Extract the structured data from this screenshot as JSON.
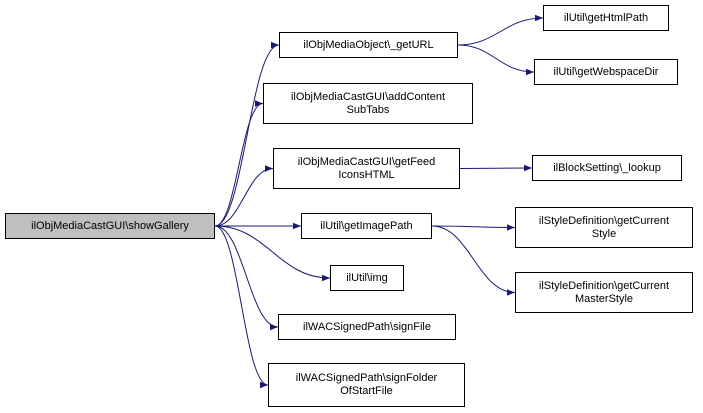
{
  "graph": {
    "edge_color": "#191970",
    "root_fill": "#bfbfbf",
    "nodes": [
      {
        "id": "root",
        "lines": [
          "ilObjMediaCastGUI\\showGallery"
        ]
      },
      {
        "id": "geturl",
        "lines": [
          "ilObjMediaObject\\_getURL"
        ]
      },
      {
        "id": "htmlpath",
        "lines": [
          "ilUtil\\getHtmlPath"
        ]
      },
      {
        "id": "webspace",
        "lines": [
          "ilUtil\\getWebspaceDir"
        ]
      },
      {
        "id": "addcontent",
        "lines": [
          "ilObjMediaCastGUI\\addContent",
          "SubTabs"
        ]
      },
      {
        "id": "getfeed",
        "lines": [
          "ilObjMediaCastGUI\\getFeed",
          "IconsHTML"
        ]
      },
      {
        "id": "lookup",
        "lines": [
          "ilBlockSetting\\_lookup"
        ]
      },
      {
        "id": "imagepath",
        "lines": [
          "ilUtil\\getImagePath"
        ]
      },
      {
        "id": "curstyle",
        "lines": [
          "ilStyleDefinition\\getCurrent",
          "Style"
        ]
      },
      {
        "id": "curmaster",
        "lines": [
          "ilStyleDefinition\\getCurrent",
          "MasterStyle"
        ]
      },
      {
        "id": "img",
        "lines": [
          "ilUtil\\img"
        ]
      },
      {
        "id": "signfile",
        "lines": [
          "ilWACSignedPath\\signFile"
        ]
      },
      {
        "id": "signfolder",
        "lines": [
          "ilWACSignedPath\\signFolder",
          "OfStartFile"
        ]
      }
    ],
    "edges": [
      {
        "from": "root",
        "to": "geturl"
      },
      {
        "from": "root",
        "to": "addcontent"
      },
      {
        "from": "root",
        "to": "getfeed"
      },
      {
        "from": "root",
        "to": "imagepath"
      },
      {
        "from": "root",
        "to": "img"
      },
      {
        "from": "root",
        "to": "signfile"
      },
      {
        "from": "root",
        "to": "signfolder"
      },
      {
        "from": "geturl",
        "to": "htmlpath"
      },
      {
        "from": "geturl",
        "to": "webspace"
      },
      {
        "from": "getfeed",
        "to": "lookup"
      },
      {
        "from": "imagepath",
        "to": "curstyle"
      },
      {
        "from": "imagepath",
        "to": "curmaster"
      }
    ]
  }
}
